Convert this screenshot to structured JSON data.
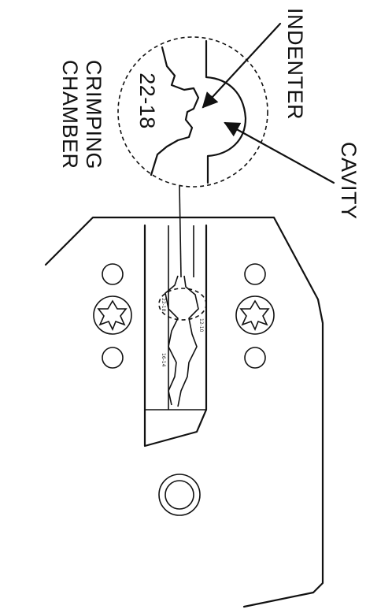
{
  "labels": {
    "indenter": "INDENTER",
    "cavity": "CAVITY",
    "crimping": "CRIMPING",
    "chamber": "CHAMBER",
    "gauge": "22-18",
    "die_mark_left": "22-18",
    "die_mark_center": "16-14",
    "die_mark_right": "12-10"
  },
  "colors": {
    "ink": "#111111",
    "background": "#ffffff"
  },
  "icons": {
    "screw": "star-drive-screw",
    "pivot": "pivot-ring"
  }
}
